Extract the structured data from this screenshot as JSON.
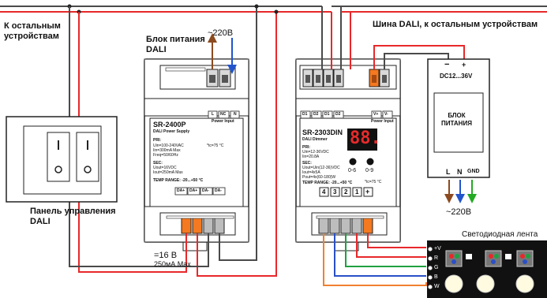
{
  "labels": {
    "other_devices_left": "К остальным\nустройствам",
    "psu_block_title": "Блок питания\nDALI",
    "ac_top": "~220В",
    "dali_bus": "Шина  DALI, к остальным устройствам",
    "panel": "Панель управления\nDALI",
    "dc_out_voltage": "=16 В",
    "dc_out_current": "250мА Max",
    "led_strip": "Светодиодная лента",
    "ac_bottom": "~220В"
  },
  "psu_module": {
    "model": "SR-2400P",
    "subtitle": "DALI Power Supply",
    "pri_head": "PRI:",
    "pri_1": "Uin=100-240VAC",
    "pri_2": "Iin=300mA Max",
    "pri_3": "Freq=50/60Hz",
    "tc": "*tc=75 °C",
    "sec_head": "SEC:",
    "sec_1": "Uout=16VDC",
    "sec_2": "Iout=250mA Max",
    "temp": "TEMP RANGE: -20...+50 °C",
    "power_input": "Power Input",
    "top_terms": [
      "L",
      "NC",
      "N"
    ],
    "bottom_terms": [
      "DA+",
      "DA+",
      "DA-",
      "DA-"
    ]
  },
  "dimmer_module": {
    "model": "SR-2303DIN",
    "subtitle": "DALI Dimmer",
    "pri_head": "PRI:",
    "pri_1": "Uin=12-36VDC",
    "pri_2": "Iin=20.8A",
    "sec_head": "SEC:",
    "sec_1": "Uout=Uin(12-36)VDC",
    "sec_2": "Iout=4x5A",
    "sec_3": "Pout=4x(60-180)W",
    "tc": "*tc=75 °C",
    "temp": "TEMP RANGE: -20...+50 °C",
    "display": "88.",
    "knob_left": "0-6",
    "knob_right": "0-9",
    "power_input": "Power Input",
    "top_terms": [
      "D1",
      "D2",
      "D1",
      "D2"
    ],
    "top_terms_power": [
      "V+",
      "V-"
    ],
    "channels": [
      "4",
      "3",
      "2",
      "1",
      "+"
    ]
  },
  "power_supply_unit": {
    "minus": "−",
    "plus": "+",
    "voltage": "DC12...36V",
    "title": "БЛОК\nПИТАНИЯ",
    "terms": [
      "L",
      "N",
      "GND"
    ]
  },
  "led_pins": [
    "+V",
    "R",
    "G",
    "B",
    "W"
  ],
  "colors": {
    "phase_wire": "#e8282a",
    "neutral_wire": "#4a4a4a",
    "ac_brown": "#8b4a1f",
    "ac_blue": "#2255cc",
    "ac_green": "#22aa22",
    "wire_orange": "#f08030",
    "wire_green": "#1ea040",
    "wire_blue": "#2a50c8",
    "terminal_orange": "#f47920"
  }
}
